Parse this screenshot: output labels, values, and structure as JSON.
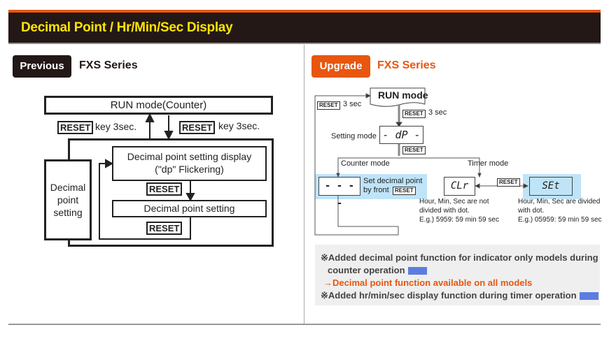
{
  "header": {
    "title": "Decimal Point / Hr/Min/Sec Display"
  },
  "left": {
    "badge": "Previous",
    "series": "FXS Series",
    "diagram": {
      "run_mode": "RUN mode(Counter)",
      "reset_key": "RESET",
      "key_label": "key 3sec.",
      "side_box": [
        "Decimal",
        "point",
        "setting"
      ],
      "display_box_line1": "Decimal point setting display",
      "display_box_line2": "(\"dp\" Flickering)",
      "setting_box": "Decimal point setting"
    }
  },
  "right": {
    "badge": "Upgrade",
    "series": "FXS Series",
    "diagram": {
      "run_mode": "RUN mode",
      "reset_key": "RESET",
      "sec3": "3 sec",
      "setting_mode": "Setting mode",
      "dp_display": "dP",
      "counter_mode": "Counter mode",
      "timer_mode": "Timer mode",
      "counter_display": "- - - -",
      "counter_desc_line1": "Set decimal point",
      "counter_desc_line2": "by front",
      "clr_display": "CLr",
      "set_display": "SEt",
      "clr_desc": [
        "Hour, Min, Sec are not",
        "divided with dot.",
        "E.g.) 5959: 59 min 59 sec"
      ],
      "set_desc": [
        "Hour, Min, Sec are divided",
        "with dot.",
        "E.g.) 05959: 59 min 59 sec"
      ]
    },
    "notes": {
      "line1": "※Added decimal point function for indicator only models during",
      "line2": "counter operation",
      "line3": "→Decimal point function available on all models",
      "line4": "※Added hr/min/sec display function during timer operation",
      "chip_color": "#5b7de0"
    }
  },
  "colors": {
    "accent": "#e8560f",
    "dark": "#231816",
    "title": "#ffe400",
    "highlight": "#bfe4f8"
  }
}
